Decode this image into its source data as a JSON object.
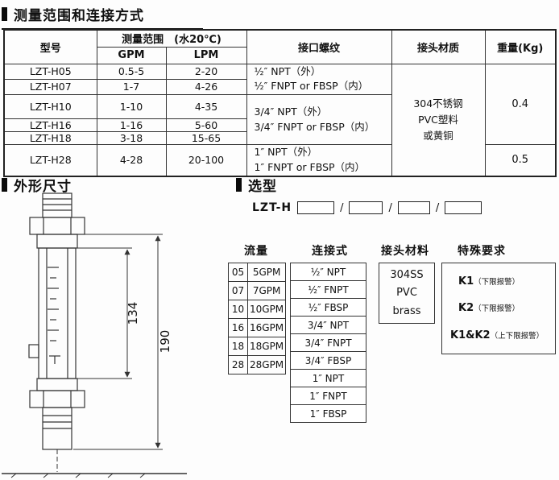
{
  "sections": {
    "measurement": "测量范围和连接方式",
    "dimensions": "外形尺寸",
    "selection": "选型"
  },
  "table": {
    "headers": {
      "model": "型号",
      "range": "测量范围　(水20℃)",
      "gpm": "GPM",
      "lpm": "LPM",
      "thread": "接口螺纹",
      "material": "接头材质",
      "weight": "重量(Kg)"
    },
    "rows": [
      {
        "model": "LZT-H05",
        "gpm": "0.5-5",
        "lpm": "2-20"
      },
      {
        "model": "LZT-H07",
        "gpm": "1-7",
        "lpm": "4-26"
      },
      {
        "model": "LZT-H10",
        "gpm": "1-10",
        "lpm": "4-35"
      },
      {
        "model": "LZT-H16",
        "gpm": "1-16",
        "lpm": "5-60"
      },
      {
        "model": "LZT-H18",
        "gpm": "3-18",
        "lpm": "15-65"
      },
      {
        "model": "LZT-H28",
        "gpm": "4-28",
        "lpm": "20-100"
      }
    ],
    "threads": [
      {
        "l1": "½″ NPT（外）",
        "l2": "½″ FNPT or FBSP（内）"
      },
      {
        "l1": "3/4″ NPT（外）",
        "l2": "3/4″ FNPT or FBSP（内）"
      },
      {
        "l1": "1″ NPT（外）",
        "l2": "1″ FNPT or FBSP（内）"
      }
    ],
    "material_lines": [
      "304不锈钢",
      "PVC塑料",
      "或黄铜"
    ],
    "weights": [
      "0.4",
      "0.5"
    ]
  },
  "drawing": {
    "dim_inner": "134",
    "dim_outer": "190"
  },
  "selection": {
    "prefix": "LZT-H",
    "separator": "/",
    "flow": {
      "header": "流量",
      "items": [
        {
          "code": "05",
          "label": "5GPM"
        },
        {
          "code": "07",
          "label": "7GPM"
        },
        {
          "code": "10",
          "label": "10GPM"
        },
        {
          "code": "16",
          "label": "16GPM"
        },
        {
          "code": "18",
          "label": "18GPM"
        },
        {
          "code": "28",
          "label": "28GPM"
        }
      ]
    },
    "connection": {
      "header": "连接式",
      "items": [
        "½″ NPT",
        "½″ FNPT",
        "½″ FBSP",
        "3/4″ NPT",
        "3/4″ FNPT",
        "3/4″ FBSP",
        "1″ NPT",
        "1″ FNPT",
        "1″ FBSP"
      ]
    },
    "material": {
      "header": "接头材料",
      "items": [
        "304SS",
        "PVC",
        "brass"
      ]
    },
    "special": {
      "header": "特殊要求",
      "items": [
        {
          "code": "K1",
          "note": "（下限报警）"
        },
        {
          "code": "K2",
          "note": "（下限报警）"
        },
        {
          "code": "K1&K2",
          "note": "（上下限报警）"
        }
      ]
    }
  }
}
